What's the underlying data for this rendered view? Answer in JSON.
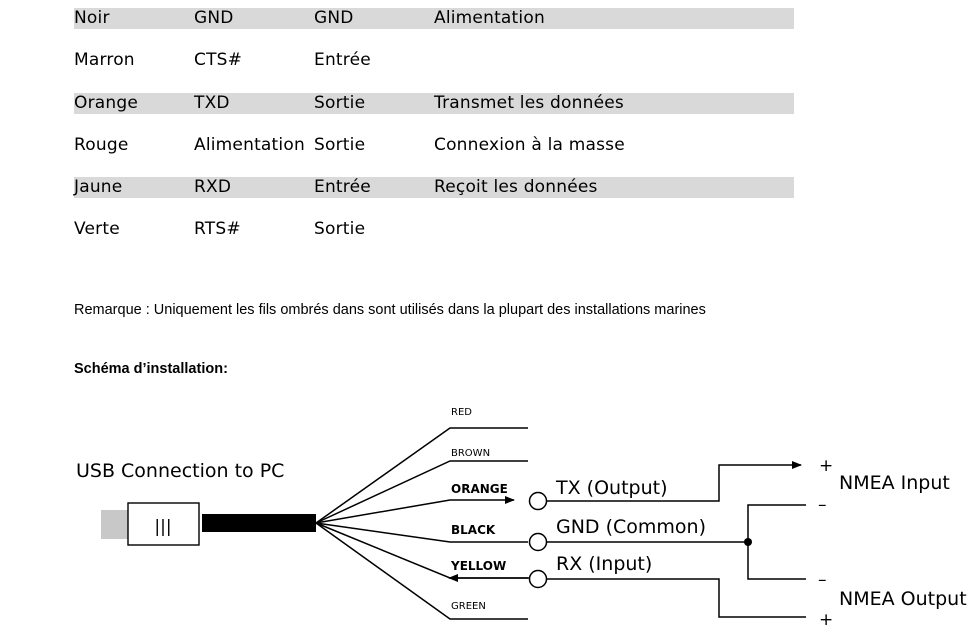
{
  "wires": [
    {
      "color": "Noir",
      "signal": "GND",
      "direction": "GND",
      "description": "Alimentation",
      "shaded": true
    },
    {
      "color": "Marron",
      "signal": "CTS#",
      "direction": "Entrée",
      "description": "",
      "shaded": false
    },
    {
      "color": "Orange",
      "signal": "TXD",
      "direction": "Sortie",
      "description": "Transmet les données",
      "shaded": true
    },
    {
      "color": "Rouge",
      "signal": "Alimentation",
      "direction": "Sortie",
      "description": "Connexion à la masse",
      "shaded": false
    },
    {
      "color": "Jaune",
      "signal": "RXD",
      "direction": "Entrée",
      "description": "Reçoit les données",
      "shaded": true
    },
    {
      "color": "Verte",
      "signal": "RTS#",
      "direction": "Sortie",
      "description": "",
      "shaded": false
    }
  ],
  "note": "Remarque : Uniquement les fils ombrés dans sont utilisés dans la plupart des installations marines",
  "schema_heading": "Schéma d’installation:",
  "diagram": {
    "usb_label": "USB Connection to PC",
    "usb_symbol": "|||",
    "wire_labels": {
      "red": "RED",
      "brown": "BROWN",
      "orange": "ORANGE",
      "black": "BLACK",
      "yellow": "YELLOW",
      "green": "GREEN"
    },
    "tx_label": "TX (Output)",
    "gnd_label": "GND (Common)",
    "rx_label": "RX (Input)",
    "plus_sign": "+",
    "minus_sign": "–",
    "nmea_input_label": "NMEA Input",
    "nmea_output_label": "NMEA Output"
  }
}
